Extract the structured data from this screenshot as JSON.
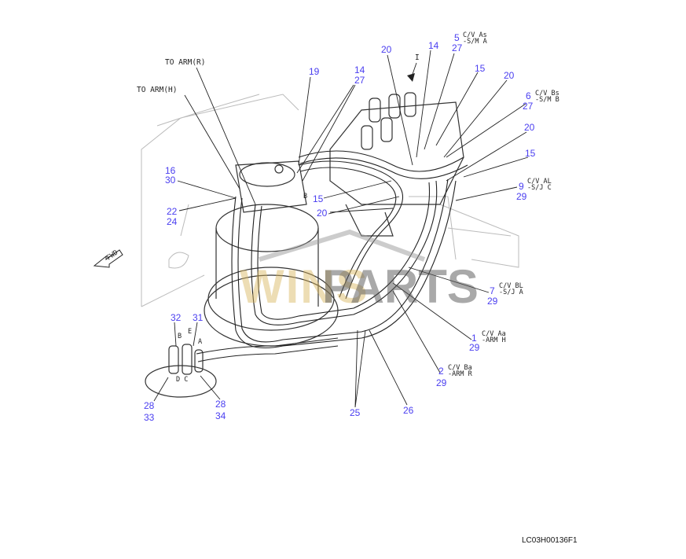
{
  "title_code": "LC03H00136F1",
  "watermark": {
    "part1": "WINS",
    "part2": "PARTS"
  },
  "fwd": "FWD",
  "view_marker": "I",
  "notes": {
    "to_arm_r": "TO ARM(R)",
    "to_arm_h": "TO ARM(H)"
  },
  "callouts": {
    "c19": "19",
    "c14a": "14",
    "c27a": "27",
    "c20a": "20",
    "c14b": "14",
    "c5": "5",
    "c27b": "27",
    "c15a": "15",
    "c20b": "20",
    "c6": "6",
    "c27c": "27",
    "c20c": "20",
    "c15b": "15",
    "c9": "9",
    "c29a": "29",
    "c16": "16",
    "c30": "30",
    "c22": "22",
    "c24": "24",
    "c15c": "15",
    "c20d": "20",
    "c7": "7",
    "c29b": "29",
    "c1": "1",
    "c29c": "29",
    "c2": "2",
    "c29d": "29",
    "c26": "26",
    "c25": "25",
    "c32": "32",
    "c31": "31",
    "c28a": "28",
    "c33": "33",
    "c28b": "28",
    "c34": "34"
  },
  "descriptions": {
    "d5a": "C/V As",
    "d5b": "-S/M A",
    "d6a": "C/V Bs",
    "d6b": "-S/M B",
    "d9a": "C/V AL",
    "d9b": "-S/J C",
    "d7a": "C/V BL",
    "d7b": "-S/J A",
    "d1a": "C/V Aa",
    "d1b": "-ARM H",
    "d2a": "C/V Ba",
    "d2b": "-ARM R"
  },
  "port_letters": {
    "b": "B",
    "e": "E",
    "a": "A",
    "dc": "D C",
    "b2": "B"
  }
}
